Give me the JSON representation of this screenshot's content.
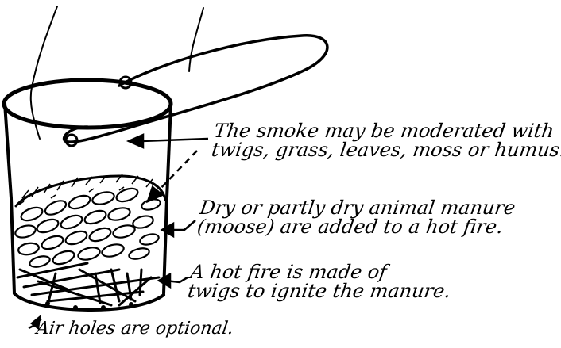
{
  "annotations": {
    "smoke": {
      "line1": "The smoke may be moderated with",
      "line2": "twigs, grass, leaves, moss or humus."
    },
    "manure": {
      "line1": "Dry or partly dry animal manure",
      "line2": "(moose) are added to a hot fire."
    },
    "fire": {
      "line1": "A hot fire is made of",
      "line2": "twigs to ignite the manure."
    },
    "air_holes": {
      "text": "Air holes are optional."
    }
  },
  "colors": {
    "ink": "#000000",
    "paper": "#ffffff"
  },
  "icons": [
    "smudge-pot-can",
    "wire-handle",
    "arrow"
  ]
}
